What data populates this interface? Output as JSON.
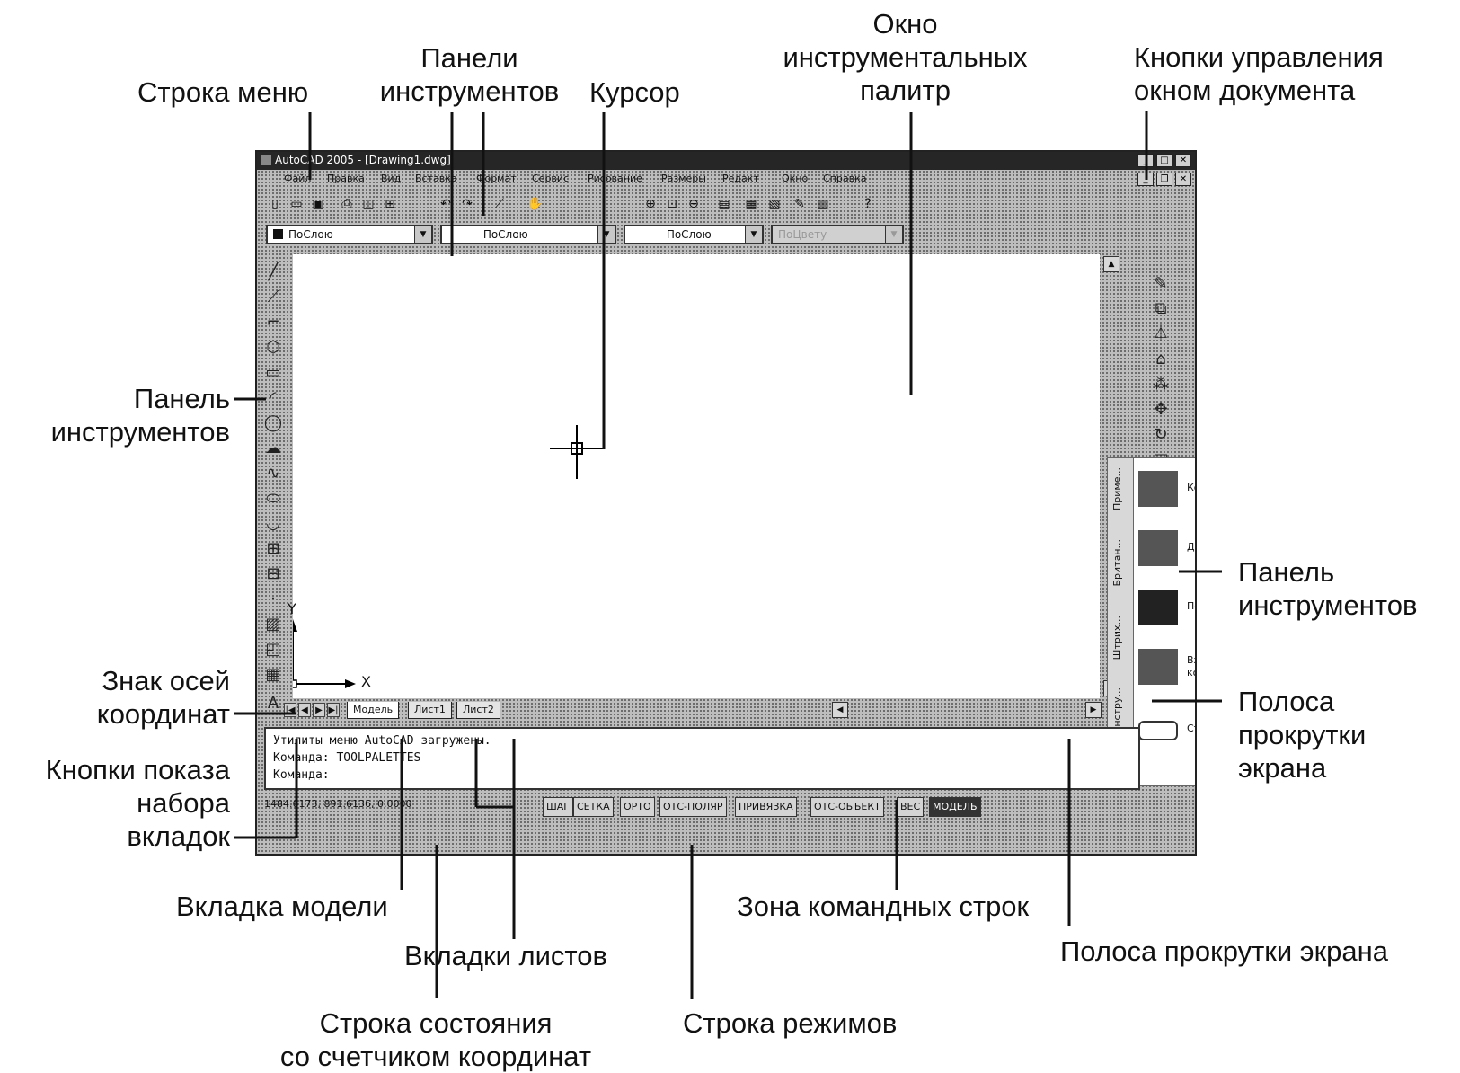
{
  "callouts": {
    "menu_bar": "Строка меню",
    "toolbars_top": "Панели\nинструментов",
    "cursor": "Курсор",
    "palettes": "Окно\nинструментальных\nпалитр",
    "doc_buttons": "Кнопки управления\nокном документа",
    "toolbar_left": "Панель\nинструментов",
    "ucs_icon": "Знак осей\nкоординат",
    "tabs_buttons": "Кнопки показа\nнабора\nвкладок",
    "model_tab": "Вкладка модели",
    "layout_tabs": "Вкладки листов",
    "status_line": "Строка состояния\nсо счетчиком координат",
    "mode_line": "Строка режимов",
    "command_zone": "Зона командных строк",
    "hscroll": "Полоса прокрутки экрана",
    "toolbar_right": "Панель\nинструментов",
    "vscroll": "Полоса\nпрокрутки\nэкрана"
  },
  "window": {
    "title": "AutoCAD 2005 - [Drawing1.dwg]",
    "menu": [
      "Файл",
      "Правка",
      "Вид",
      "Вставка",
      "Формат",
      "Сервис",
      "Рисование",
      "Размеры",
      "Редакт",
      "Окно",
      "Справка"
    ],
    "combos": [
      "ПоСлою",
      "——— ПоСлою",
      "——— ПоСлою",
      "ПоЦвету"
    ],
    "axis_x": "X",
    "axis_y": "Y",
    "tabs": [
      "Модель",
      "Лист1",
      "Лист2"
    ],
    "command_lines": [
      "Утилиты меню AutoCAD загружены.",
      "Команда: TOOLPALETTES",
      "Команда:"
    ],
    "coords": "1484.6173, 891.6136, 0.0000",
    "modes": [
      "ШАГ",
      "СЕТКА",
      "ОРТО",
      "ОТС-ПОЛЯР",
      "ПРИВЯЗКА",
      "ОТС-ОБЪЕКТ",
      "ВЕС",
      "МОДЕЛЬ"
    ],
    "palette_tabs": [
      "Приме...",
      "Британ...",
      "Штрих...",
      "Инстру..."
    ],
    "palette_items": [
      "Ковер",
      "Дорожка",
      "Покрытие",
      "Входной коврик",
      "Стол"
    ]
  }
}
